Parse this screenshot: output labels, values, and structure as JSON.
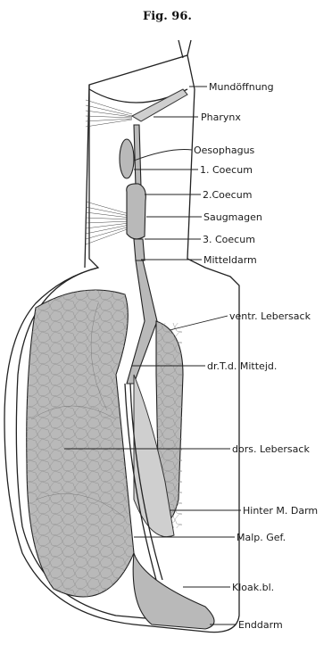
{
  "figure": {
    "title": "Fig. 96."
  },
  "labels": {
    "mundoeffnung": "Mundöffnung",
    "pharynx": "Pharynx",
    "oesophagus": "Oesophagus",
    "coecum1": "1. Coecum",
    "coecum2": "2.Coecum",
    "saugmagen": "Saugmagen",
    "coecum3": "3. Coecum",
    "mitteldarm": "Mitteldarm",
    "ventr_lebersack": "ventr. Lebersack",
    "dr_mitteld": "dr.T.d. Mittejd.",
    "dors_lebersack": "dors. Lebersack",
    "hinter_darm": "Hinter M. Darm",
    "malp_gef": "Malp. Gef.",
    "kloak_bl": "Kloak.bl.",
    "enddarm": "Enddarm"
  }
}
